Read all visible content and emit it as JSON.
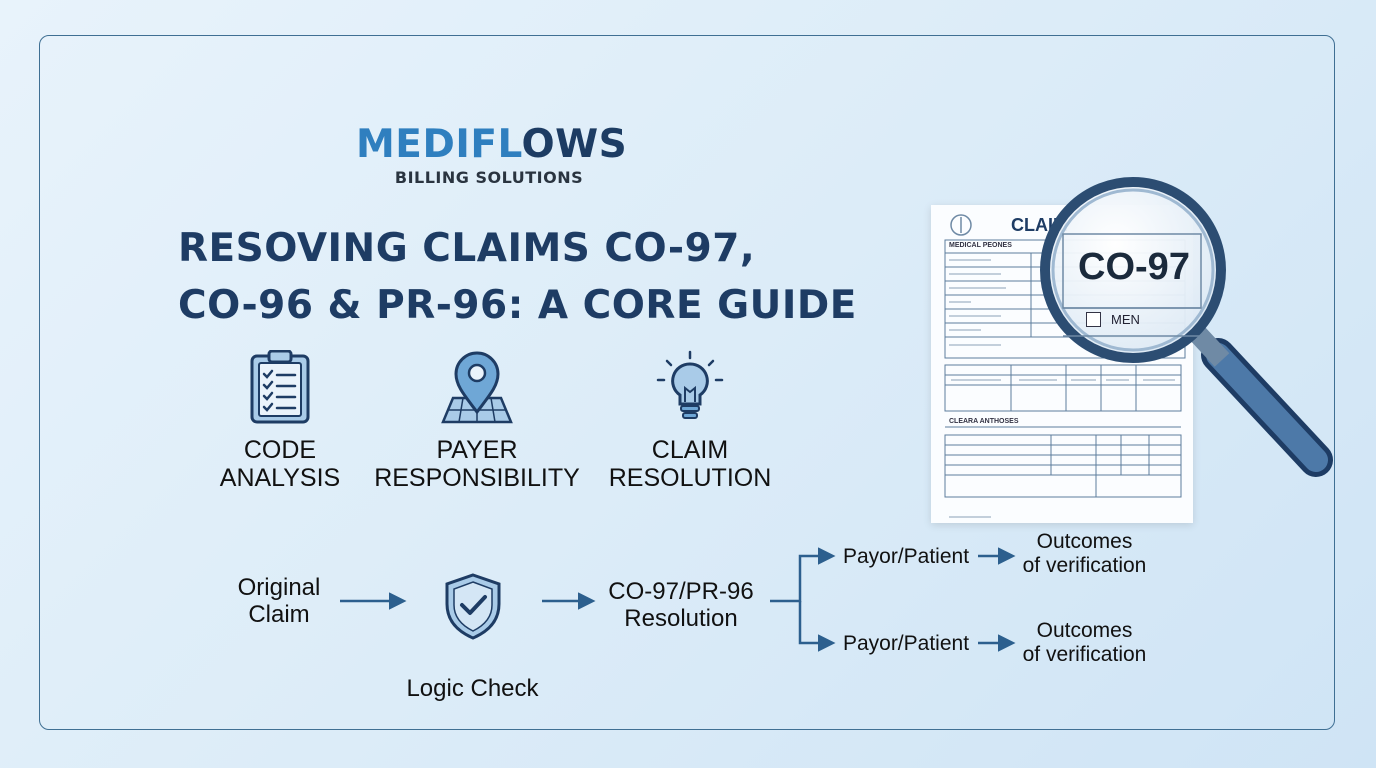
{
  "brand": {
    "name_part1": "MEDIFL",
    "name_part2": "WS",
    "name_o": "O",
    "subtitle": "BILLING SOLUTIONS"
  },
  "headline": {
    "line1": "RESOVING CLAIMS CO-97,",
    "line2": "CO-96 & PR-96: A CORE GUIDE"
  },
  "features": [
    {
      "icon": "clipboard-checklist-icon",
      "label": "CODE\nANALYSIS"
    },
    {
      "icon": "map-pin-icon",
      "label": "PAYER\nRESPONSIBILITY"
    },
    {
      "icon": "lightbulb-icon",
      "label": "CLAIM\nRESOLUTION"
    }
  ],
  "flow": {
    "start": "Original\nClaim",
    "check": "Logic Check",
    "check_icon": "shield-check-icon",
    "resolution": "CO-97/PR-96\nResolution",
    "branches": [
      {
        "party": "Payor/Patient",
        "outcome": "Outcomes\nof verification"
      },
      {
        "party": "Payor/Patient",
        "outcome": "Outcomes\nof verification"
      }
    ]
  },
  "document": {
    "title": "CLAIM",
    "section1": "MEDICAL PEONES",
    "section2": "CLEARA ANTHOSES",
    "lens_code": "CO-97",
    "lens_checkbox_label": "MEN"
  },
  "colors": {
    "primary_dark": "#1e3c64",
    "accent_blue": "#2f7fbf",
    "icon_fill": "#a9cbe8",
    "arrow": "#2c5f8e"
  }
}
